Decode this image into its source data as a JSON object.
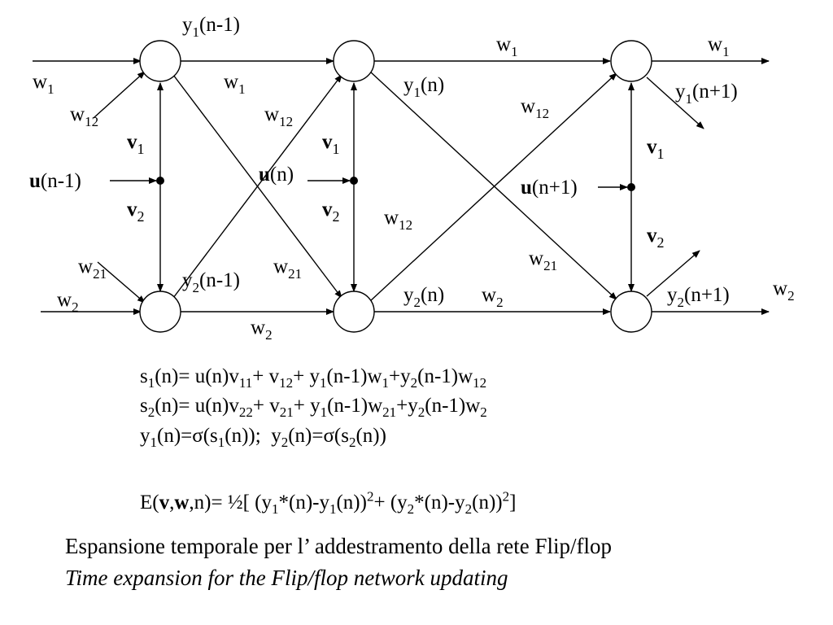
{
  "diagram": {
    "top_labels": {
      "y1_nm1": {
        "main": "y",
        "sub": "1",
        "rest": "(n-1)"
      },
      "y1_n": {
        "main": "y",
        "sub": "1",
        "rest": "(n)"
      },
      "y1_np1": {
        "main": "y",
        "sub": "1",
        "rest": "(n+1)"
      },
      "y2_nm1": {
        "main": "y",
        "sub": "2",
        "rest": "(n-1)"
      },
      "y2_n": {
        "main": "y",
        "sub": "2",
        "rest": "(n)"
      },
      "y2_np1": {
        "main": "y",
        "sub": "2",
        "rest": "(n+1)"
      }
    },
    "weights": {
      "w1": {
        "main": "w",
        "sub": "1"
      },
      "w2": {
        "main": "w",
        "sub": "2"
      },
      "w12": {
        "main": "w",
        "sub": "12"
      },
      "w21": {
        "main": "w",
        "sub": "21"
      }
    },
    "vertical": {
      "v1": {
        "main": "v",
        "sub": "1"
      },
      "v2": {
        "main": "v",
        "sub": "2"
      }
    },
    "inputs": {
      "u_nm1": {
        "bold": "u",
        "rest": "(n-1)"
      },
      "u_n": {
        "bold": "u",
        "rest": "(n)"
      },
      "u_np1": {
        "bold": "u",
        "rest": "(n+1)"
      }
    }
  },
  "equations": {
    "s1": "s<sub>1</sub>(n)= u(n)v<sub>11</sub>+ v<sub>12</sub>+ y<sub>1</sub>(n-1)w<sub>1</sub>+y<sub>2</sub>(n-1)w<sub>12</sub>",
    "s2": "s<sub>2</sub>(n)= u(n)v<sub>22</sub>+ v<sub>21</sub>+ y<sub>1</sub>(n-1)w<sub>21</sub>+y<sub>2</sub>(n-1)w<sub>2</sub>",
    "y": "y<sub>1</sub>(n)=σ(s<sub>1</sub>(n));&nbsp; y<sub>2</sub>(n)=σ(s<sub>2</sub>(n))",
    "E": "E(<b>v</b>,<b>w</b>,n)= ½[ (y<sub>1</sub>*(n)-y<sub>1</sub>(n))<sup>2</sup>+ (y<sub>2</sub>*(n)-y<sub>2</sub>(n))<sup>2</sup>]"
  },
  "captions": {
    "italian": "Espansione temporale  per l’ addestramento della rete Flip/flop",
    "english": "Time expansion for the Flip/flop network updating"
  }
}
